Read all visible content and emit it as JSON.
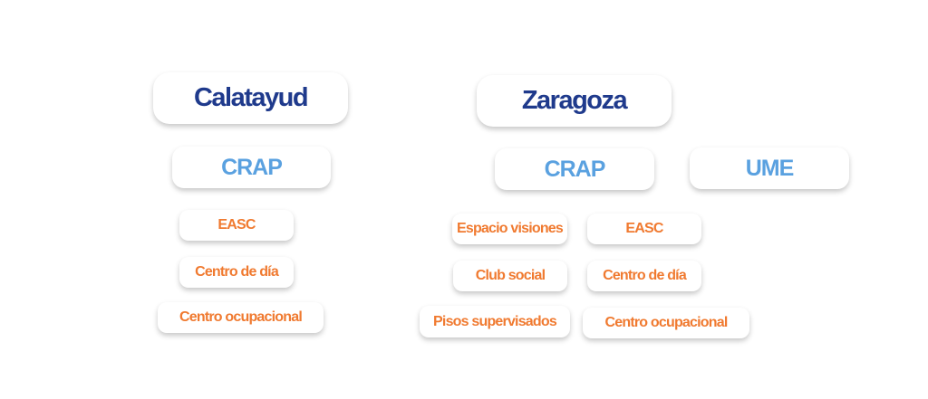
{
  "colors": {
    "city": "#1f3a8c",
    "unit": "#5aa1e0",
    "service": "#f07a30"
  },
  "calatayud": {
    "title": "Calatayud",
    "crap": "CRAP",
    "services": [
      "EASC",
      "Centro de día",
      "Centro ocupacional"
    ]
  },
  "zaragoza": {
    "title": "Zaragoza",
    "crap": "CRAP",
    "ume": "UME",
    "services": [
      "Espacio visiones",
      "EASC",
      "Club social",
      "Centro de día",
      "Pisos supervisados",
      "Centro ocupacional"
    ]
  }
}
